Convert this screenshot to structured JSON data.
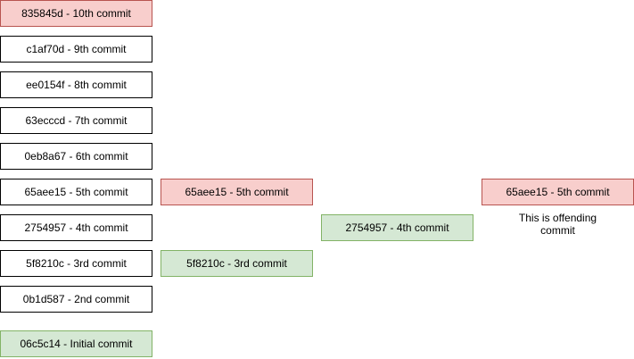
{
  "columns": {
    "main": {
      "commits": [
        {
          "label": "835845d - 10th commit",
          "state": "red"
        },
        {
          "label": "c1af70d - 9th commit",
          "state": "default"
        },
        {
          "label": "ee0154f - 8th commit",
          "state": "default"
        },
        {
          "label": "63ecccd - 7th commit",
          "state": "default"
        },
        {
          "label": "0eb8a67 - 6th commit",
          "state": "default"
        },
        {
          "label": "65aee15 - 5th commit",
          "state": "default"
        },
        {
          "label": "2754957 - 4th commit",
          "state": "default"
        },
        {
          "label": "5f8210c - 3rd commit",
          "state": "default"
        },
        {
          "label": "0b1d587 - 2nd commit",
          "state": "default"
        },
        {
          "label": "06c5c14 - Initial commit",
          "state": "green"
        }
      ]
    },
    "second": {
      "commits": [
        {
          "label": "65aee15 - 5th commit",
          "state": "red"
        },
        {
          "label": "5f8210c - 3rd commit",
          "state": "green"
        }
      ]
    },
    "third": {
      "commits": [
        {
          "label": "2754957 - 4th commit",
          "state": "green"
        }
      ]
    },
    "fourth": {
      "commits": [
        {
          "label": "65aee15 - 5th commit",
          "state": "red"
        }
      ],
      "note_line1": "This is offending",
      "note_line2": "commit"
    }
  },
  "colors": {
    "red_fill": "#f8cecc",
    "red_border": "#b85450",
    "green_fill": "#d5e8d4",
    "green_border": "#82b366",
    "default_fill": "#ffffff",
    "default_border": "#000000"
  }
}
